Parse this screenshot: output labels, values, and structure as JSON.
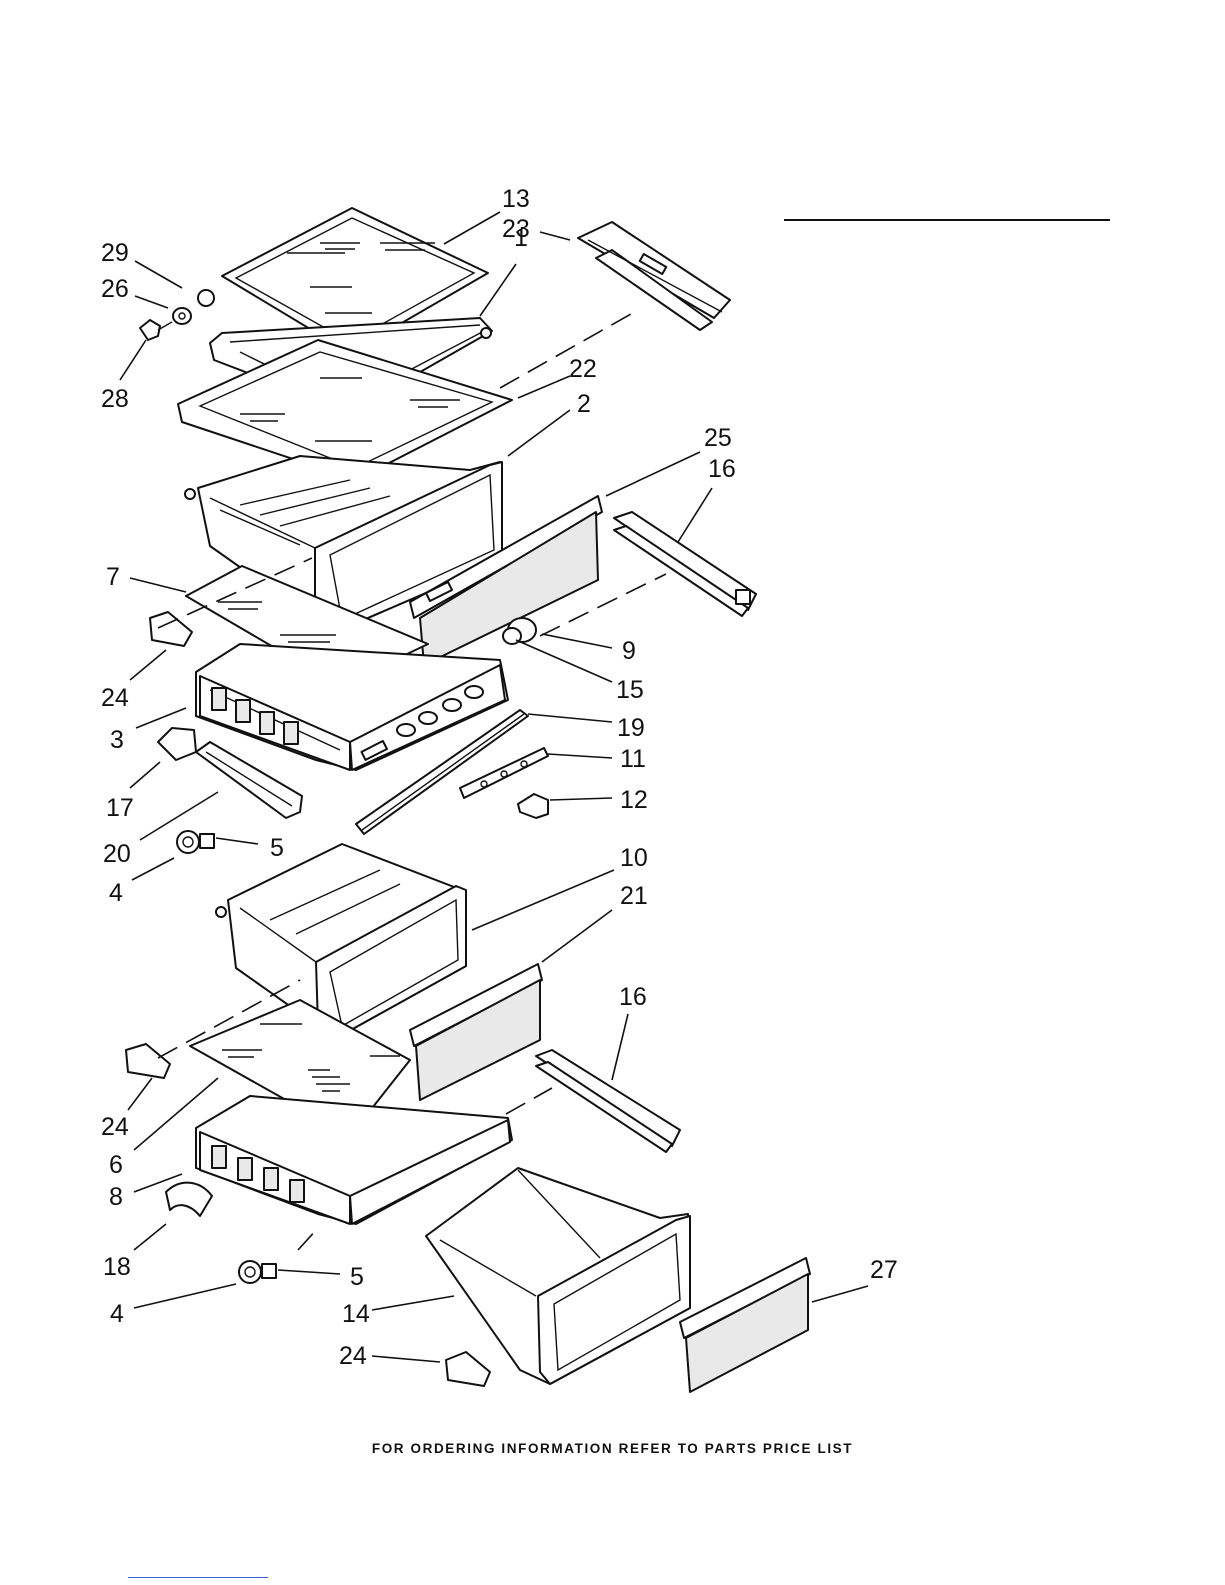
{
  "footer_text": "FOR ORDERING INFORMATION REFER TO PARTS PRICE LIST",
  "callouts": {
    "c13": "13",
    "c23": "23",
    "c29": "29",
    "c26": "26",
    "c1": "1",
    "c28": "28",
    "c22": "22",
    "c2": "2",
    "c25": "25",
    "c16a": "16",
    "c7": "7",
    "c9": "9",
    "c24a": "24",
    "c15": "15",
    "c3": "3",
    "c19": "19",
    "c11": "11",
    "c17": "17",
    "c12": "12",
    "c20": "20",
    "c5a": "5",
    "c4a": "4",
    "c10": "10",
    "c21": "21",
    "c16b": "16",
    "c24b": "24",
    "c6": "6",
    "c8": "8",
    "c18": "18",
    "c5b": "5",
    "c27": "27",
    "c4b": "4",
    "c14": "14",
    "c24c": "24"
  }
}
